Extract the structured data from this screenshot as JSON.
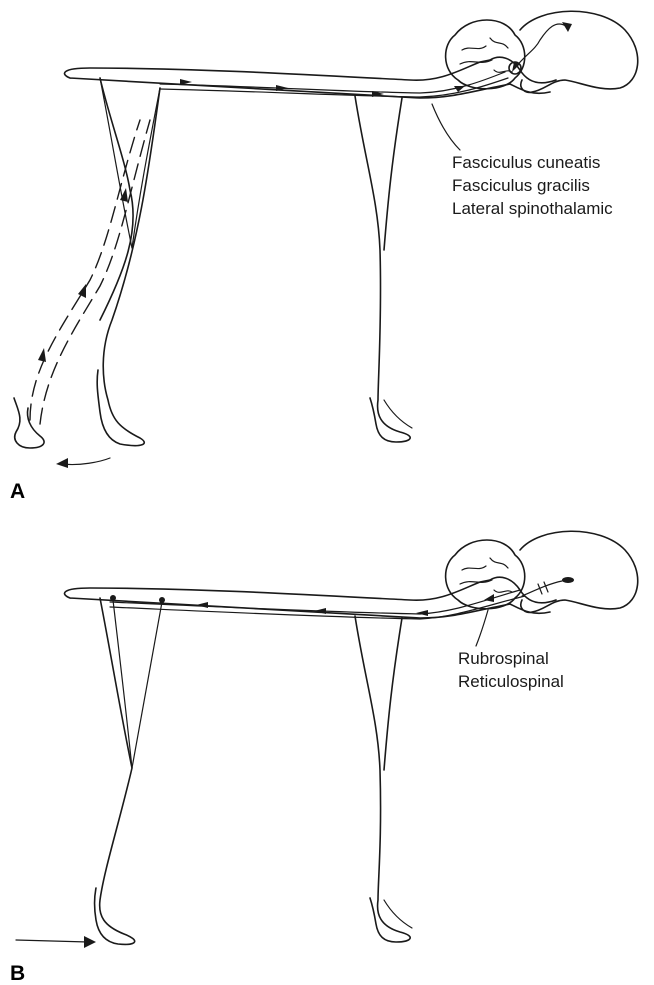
{
  "panel_a": {
    "letter": "A",
    "tracts": [
      "Fasciculus cuneatis",
      "Fasciculus gracilis",
      "Lateral spinothalamic"
    ]
  },
  "panel_b": {
    "letter": "B",
    "tracts": [
      "Rubrospinal",
      "Reticulospinal"
    ]
  }
}
